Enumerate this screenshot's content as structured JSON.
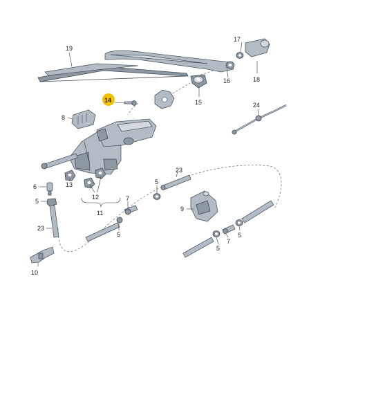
{
  "diagram": {
    "accent_color": "#f2c200",
    "callouts": {
      "c5a": "5",
      "c5b": "5",
      "c5c": "5",
      "c5d": "5",
      "c5e": "5",
      "c6": "6",
      "c7a": "7",
      "c7b": "7",
      "c8": "8",
      "c9": "9",
      "c10": "10",
      "c11": "11",
      "c12": "12",
      "c13": "13",
      "c14": "14",
      "c15": "15",
      "c16": "16",
      "c17": "17",
      "c18": "18",
      "c19": "19",
      "c23a": "23",
      "c23b": "23",
      "c24": "24"
    }
  }
}
